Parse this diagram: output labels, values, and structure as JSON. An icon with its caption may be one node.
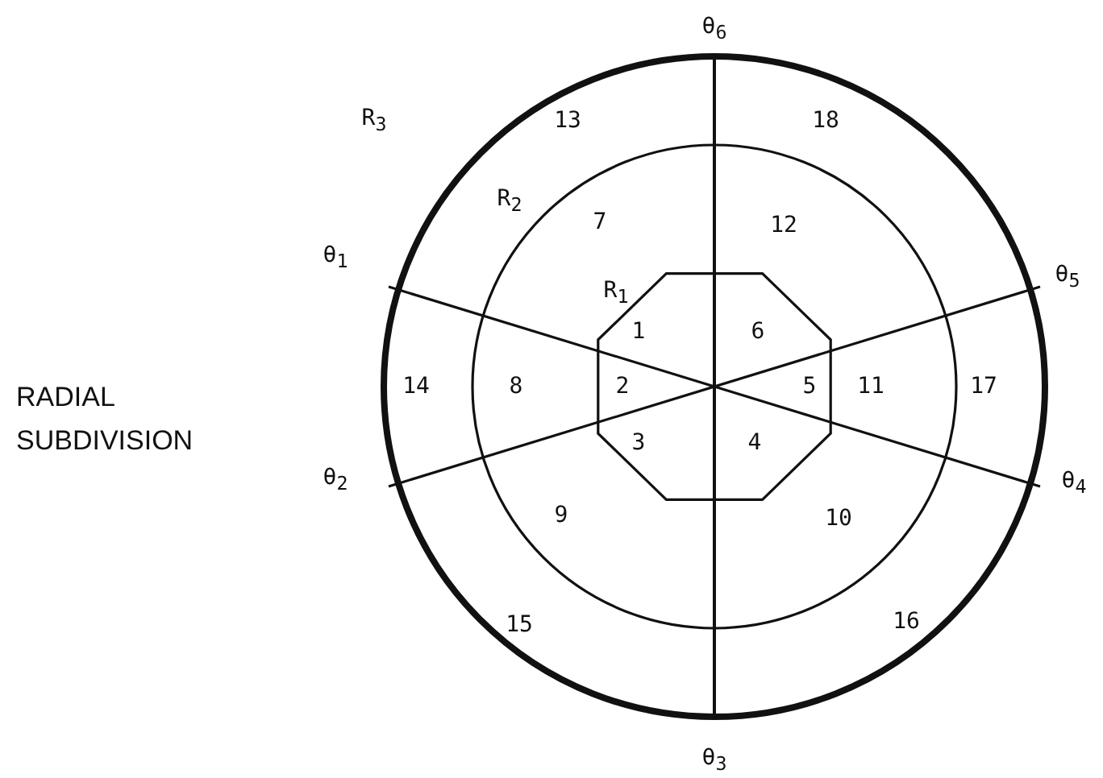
{
  "diagram": {
    "labels": [
      "θ$_{6}$",
      "R$_{3}$",
      "13",
      "18",
      "R$_{2}$",
      "7",
      "12",
      "θ$_{1}$",
      "θ$_{5}$",
      "R$_{1}$",
      "1",
      "6",
      "RADIAL SUBDIVISION",
      "14",
      "8",
      "2",
      "5",
      "11",
      "17",
      "3",
      "4",
      "θ$_{2}$",
      "θ$_{4}$",
      "9",
      "10",
      "15",
      "16",
      "θ$_{3}$"
    ]
  }
}
